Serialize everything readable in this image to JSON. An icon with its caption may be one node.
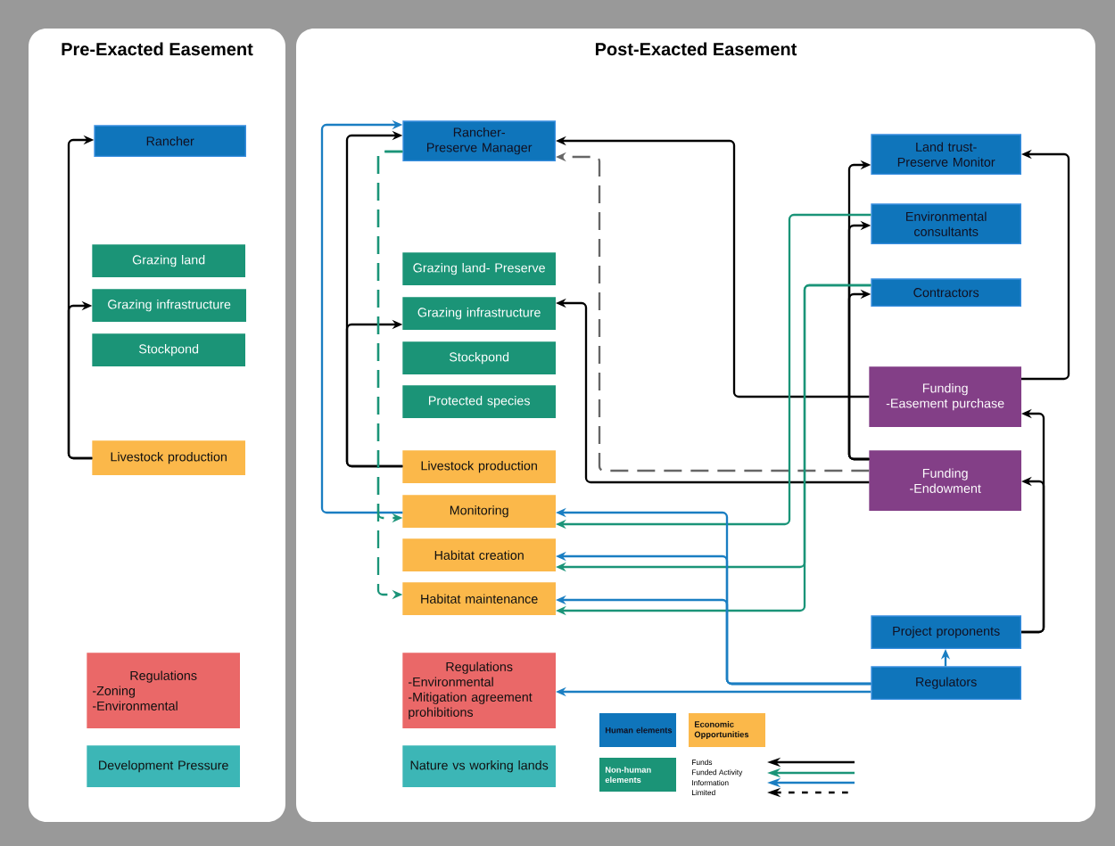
{
  "diagram": {
    "nodes": [
      {
        "text": [
          "Pre-Exacted Easement"
        ]
      },
      {
        "text": [
          "Rancher"
        ],
        "in": 0
      },
      {
        "text": [
          "Grazing land"
        ],
        "in": 0
      },
      {
        "text": [
          "Grazing infrastructure"
        ],
        "in": 0
      },
      {
        "text": [
          "Stockpond"
        ],
        "in": 0
      },
      {
        "text": [
          "Livestock production"
        ],
        "in": 0
      },
      {
        "text": [
          "Regulations",
          "-Zoning",
          "-Environmental"
        ],
        "in": 0
      },
      {
        "text": [
          "Development Pressure"
        ],
        "in": 0
      },
      {
        "text": [
          "Post-Exacted Easement"
        ]
      },
      {
        "text": [
          "Rancher- Preserve Manager"
        ],
        "in": 8
      },
      {
        "text": [
          "Grazing land- Preserve"
        ],
        "in": 8
      },
      {
        "text": [
          "Grazing infrastructure"
        ],
        "in": 8
      },
      {
        "text": [
          "Stockpond"
        ],
        "in": 8
      },
      {
        "text": [
          "Protected species"
        ],
        "in": 8
      },
      {
        "text": [
          "Livestock production"
        ],
        "in": 8
      },
      {
        "text": [
          "Monitoring"
        ],
        "in": 8
      },
      {
        "text": [
          "Habitat creation"
        ],
        "in": 8
      },
      {
        "text": [
          "Habitat maintenance"
        ],
        "in": 8
      },
      {
        "text": [
          "Regulations",
          "-Environmental",
          "-Mitigation agreement prohibitions"
        ],
        "in": 8
      },
      {
        "text": [
          "Nature vs working lands"
        ],
        "in": 8
      },
      {
        "text": [
          "Land trust- Preserve Monitor"
        ],
        "in": 8
      },
      {
        "text": [
          "Environmental consultants"
        ],
        "in": 8
      },
      {
        "text": [
          "Contractors"
        ],
        "in": 8
      },
      {
        "text": [
          "Funding",
          "-Easement purchase"
        ],
        "in": 8
      },
      {
        "text": [
          "Funding",
          "-Endowment"
        ],
        "in": 8
      },
      {
        "text": [
          "Project proponents"
        ],
        "in": 8
      },
      {
        "text": [
          "Regulators"
        ],
        "in": 8
      }
    ],
    "edges": [
      {
        "from": 5,
        "to": 1,
        "arrow": "to"
      },
      {
        "from": 5,
        "to": 3,
        "arrow": "to"
      },
      {
        "from": 14,
        "to": 9,
        "arrow": "to"
      },
      {
        "from": 14,
        "to": 11,
        "arrow": "to"
      },
      {
        "from": 15,
        "to": 9,
        "arrow": "to",
        "color": "#1a7ec2"
      },
      {
        "from": 9,
        "to": 15,
        "arrow": "to",
        "style": "dashed",
        "color": "#1a9478"
      },
      {
        "from": 9,
        "to": 17,
        "arrow": "to",
        "style": "dashed",
        "color": "#1a9478"
      },
      {
        "from": 23,
        "to": 9,
        "arrow": "to"
      },
      {
        "from": 24,
        "to": 9,
        "arrow": "to",
        "style": "dashed",
        "color": "#666666"
      },
      {
        "from": 24,
        "to": 11,
        "arrow": "to"
      },
      {
        "from": 24,
        "to": 20,
        "arrow": "to"
      },
      {
        "from": 24,
        "to": 21,
        "arrow": "to"
      },
      {
        "from": 24,
        "to": 22,
        "arrow": "to"
      },
      {
        "from": 23,
        "to": 20,
        "arrow": "to"
      },
      {
        "from": 25,
        "to": 23,
        "arrow": "to"
      },
      {
        "from": 25,
        "to": 24,
        "arrow": "to"
      },
      {
        "from": 21,
        "to": 15,
        "arrow": "to",
        "color": "#1a9478"
      },
      {
        "from": 22,
        "to": 16,
        "arrow": "to",
        "color": "#1a9478"
      },
      {
        "from": 22,
        "to": 17,
        "arrow": "to",
        "color": "#1a9478"
      },
      {
        "from": 26,
        "to": 15,
        "arrow": "to",
        "color": "#1a7ec2"
      },
      {
        "from": 26,
        "to": 16,
        "arrow": "to",
        "color": "#1a7ec2"
      },
      {
        "from": 26,
        "to": 17,
        "arrow": "to",
        "color": "#1a7ec2"
      },
      {
        "from": 26,
        "to": 18,
        "arrow": "to",
        "color": "#1a7ec2"
      },
      {
        "from": 26,
        "to": 25,
        "arrow": "to",
        "color": "#1a7ec2"
      }
    ],
    "legend": [
      {
        "text": "Human elements",
        "color": "#0f75bb"
      },
      {
        "text": "Economic Opportunities",
        "color": "#fbb84a"
      },
      {
        "text": "Non-human elements",
        "color": "#1b9477"
      },
      {
        "text": "Funds"
      },
      {
        "text": "Funded Activity"
      },
      {
        "text": "Information"
      },
      {
        "text": "Limited"
      }
    ]
  }
}
